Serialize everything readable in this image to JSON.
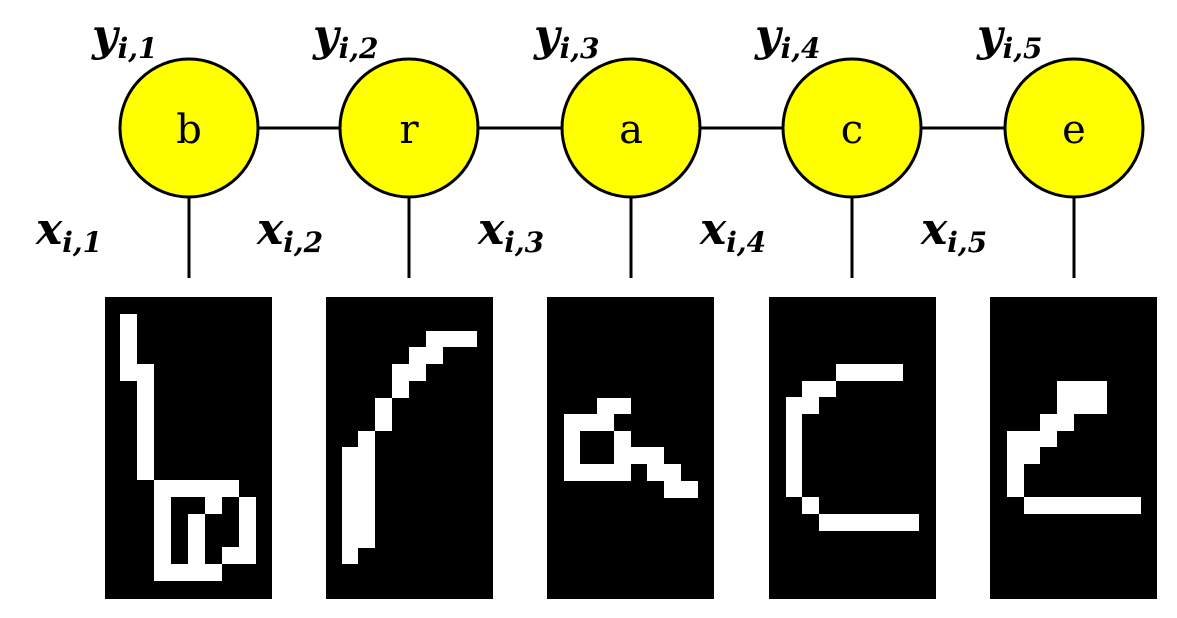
{
  "colors": {
    "node_fill": "#ffff00",
    "node_stroke": "#000000",
    "image_bg": "#000000",
    "image_stroke": "#ffffff"
  },
  "label_vars": {
    "hidden": "y",
    "observed": "x"
  },
  "nodes": [
    {
      "letter": "b",
      "y_label": {
        "var": "y",
        "sub": "i,1"
      },
      "x_label": {
        "var": "x",
        "sub": "i,1"
      }
    },
    {
      "letter": "r",
      "y_label": {
        "var": "y",
        "sub": "i,2"
      },
      "x_label": {
        "var": "x",
        "sub": "i,2"
      }
    },
    {
      "letter": "a",
      "y_label": {
        "var": "y",
        "sub": "i,3"
      },
      "x_label": {
        "var": "x",
        "sub": "i,3"
      }
    },
    {
      "letter": "c",
      "y_label": {
        "var": "y",
        "sub": "i,4"
      },
      "x_label": {
        "var": "x",
        "sub": "i,4"
      }
    },
    {
      "letter": "e",
      "y_label": {
        "var": "y",
        "sub": "i,5"
      },
      "x_label": {
        "var": "x",
        "sub": "i,5"
      }
    }
  ],
  "images": [
    {
      "name": "handwritten-b",
      "shape": "b"
    },
    {
      "name": "handwritten-r",
      "shape": "r"
    },
    {
      "name": "handwritten-a",
      "shape": "a"
    },
    {
      "name": "handwritten-c",
      "shape": "c"
    },
    {
      "name": "handwritten-e",
      "shape": "e"
    }
  ]
}
